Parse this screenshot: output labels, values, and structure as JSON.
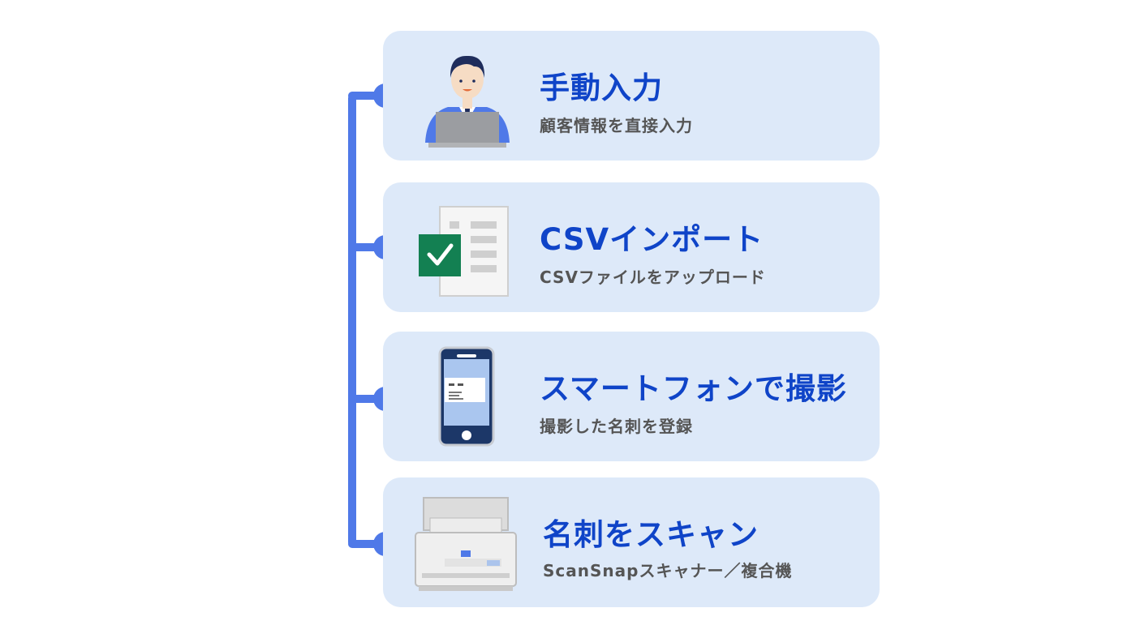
{
  "colors": {
    "accent": "#4f79e8",
    "card_background": "#dde9f9",
    "title": "#0f44c8",
    "subtitle": "#555555"
  },
  "methods": [
    {
      "icon": "person-laptop-icon",
      "title": "手動入力",
      "subtitle": "顧客情報を直接入力"
    },
    {
      "icon": "csv-document-check-icon",
      "title": "CSVインポート",
      "subtitle": "CSVファイルをアップロード"
    },
    {
      "icon": "smartphone-business-card-icon",
      "title": "スマートフォンで撮影",
      "subtitle": "撮影した名刺を登録"
    },
    {
      "icon": "document-scanner-icon",
      "title": "名刺をスキャン",
      "subtitle": "ScanSnapスキャナー／複合機"
    }
  ]
}
